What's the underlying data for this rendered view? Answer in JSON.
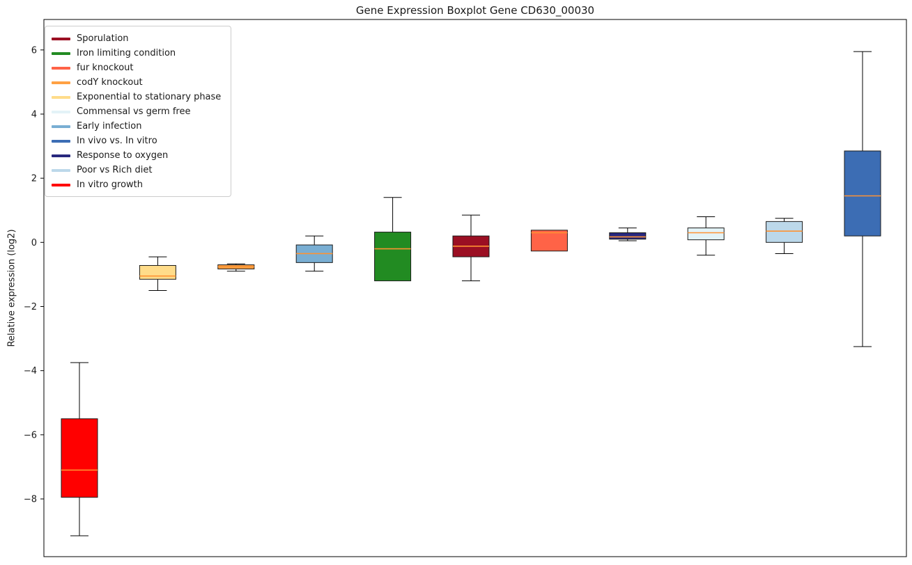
{
  "chart_data": {
    "type": "boxplot",
    "title": "Gene Expression Boxplot Gene CD630_00030",
    "xlabel": "",
    "ylabel": "Relative expression (log2)",
    "ylim": [
      -9.8,
      6.95
    ],
    "yticks": [
      -8,
      -6,
      -4,
      -2,
      0,
      2,
      4,
      6
    ],
    "grid": false,
    "legend_position": "upper left",
    "median_color": "#FF9232",
    "box_edge_color": "#1a1a1a",
    "whisker_color": "#000000",
    "legend": [
      {
        "label": "Sporulation",
        "color": "#9B0F23"
      },
      {
        "label": "Iron limiting condition",
        "color": "#228B22"
      },
      {
        "label": "fur knockout",
        "color": "#FF6347"
      },
      {
        "label": "codY knockout",
        "color": "#FFA143"
      },
      {
        "label": "Exponential to stationary phase",
        "color": "#FFDC8A"
      },
      {
        "label": "Commensal vs germ free",
        "color": "#E3F3F7"
      },
      {
        "label": "Early infection",
        "color": "#79AED3"
      },
      {
        "label": "In vivo vs. In vitro",
        "color": "#3C6DB4"
      },
      {
        "label": "Response to oxygen",
        "color": "#28287E"
      },
      {
        "label": "Poor vs Rich diet",
        "color": "#BCD8EA"
      },
      {
        "label": "In vitro growth",
        "color": "#FF0000"
      }
    ],
    "series": [
      {
        "name": "In vitro growth",
        "color": "#FF0000",
        "whisker_low": -9.15,
        "q1": -7.95,
        "median": -7.1,
        "q3": -5.5,
        "whisker_high": -3.75
      },
      {
        "name": "Exponential to stationary phase",
        "color": "#FFDC8A",
        "whisker_low": -1.5,
        "q1": -1.15,
        "median": -1.05,
        "q3": -0.72,
        "whisker_high": -0.45
      },
      {
        "name": "codY knockout",
        "color": "#FFA143",
        "whisker_low": -0.9,
        "q1": -0.83,
        "median": -0.76,
        "q3": -0.7,
        "whisker_high": -0.67
      },
      {
        "name": "Early infection",
        "color": "#79AED3",
        "whisker_low": -0.9,
        "q1": -0.63,
        "median": -0.35,
        "q3": -0.08,
        "whisker_high": 0.2
      },
      {
        "name": "Iron limiting condition",
        "color": "#228B22",
        "whisker_low": -1.2,
        "q1": -1.2,
        "median": -0.2,
        "q3": 0.32,
        "whisker_high": 1.4
      },
      {
        "name": "Sporulation",
        "color": "#9B0F23",
        "whisker_low": -1.2,
        "q1": -0.45,
        "median": -0.12,
        "q3": 0.2,
        "whisker_high": 0.85
      },
      {
        "name": "fur knockout",
        "color": "#FF6347",
        "whisker_low": -0.27,
        "q1": -0.27,
        "median": 0.3,
        "q3": 0.38,
        "whisker_high": 0.38
      },
      {
        "name": "Response to oxygen",
        "color": "#28287E",
        "whisker_low": 0.05,
        "q1": 0.1,
        "median": 0.17,
        "q3": 0.3,
        "whisker_high": 0.45
      },
      {
        "name": "Commensal vs germ free",
        "color": "#E3F3F7",
        "whisker_low": -0.4,
        "q1": 0.08,
        "median": 0.3,
        "q3": 0.45,
        "whisker_high": 0.8
      },
      {
        "name": "Poor vs Rich diet",
        "color": "#BCD8EA",
        "whisker_low": -0.35,
        "q1": 0.0,
        "median": 0.35,
        "q3": 0.65,
        "whisker_high": 0.75
      },
      {
        "name": "In vivo vs. In vitro",
        "color": "#3C6DB4",
        "whisker_low": -3.25,
        "q1": 0.2,
        "median": 1.45,
        "q3": 2.85,
        "whisker_high": 5.95
      }
    ]
  }
}
